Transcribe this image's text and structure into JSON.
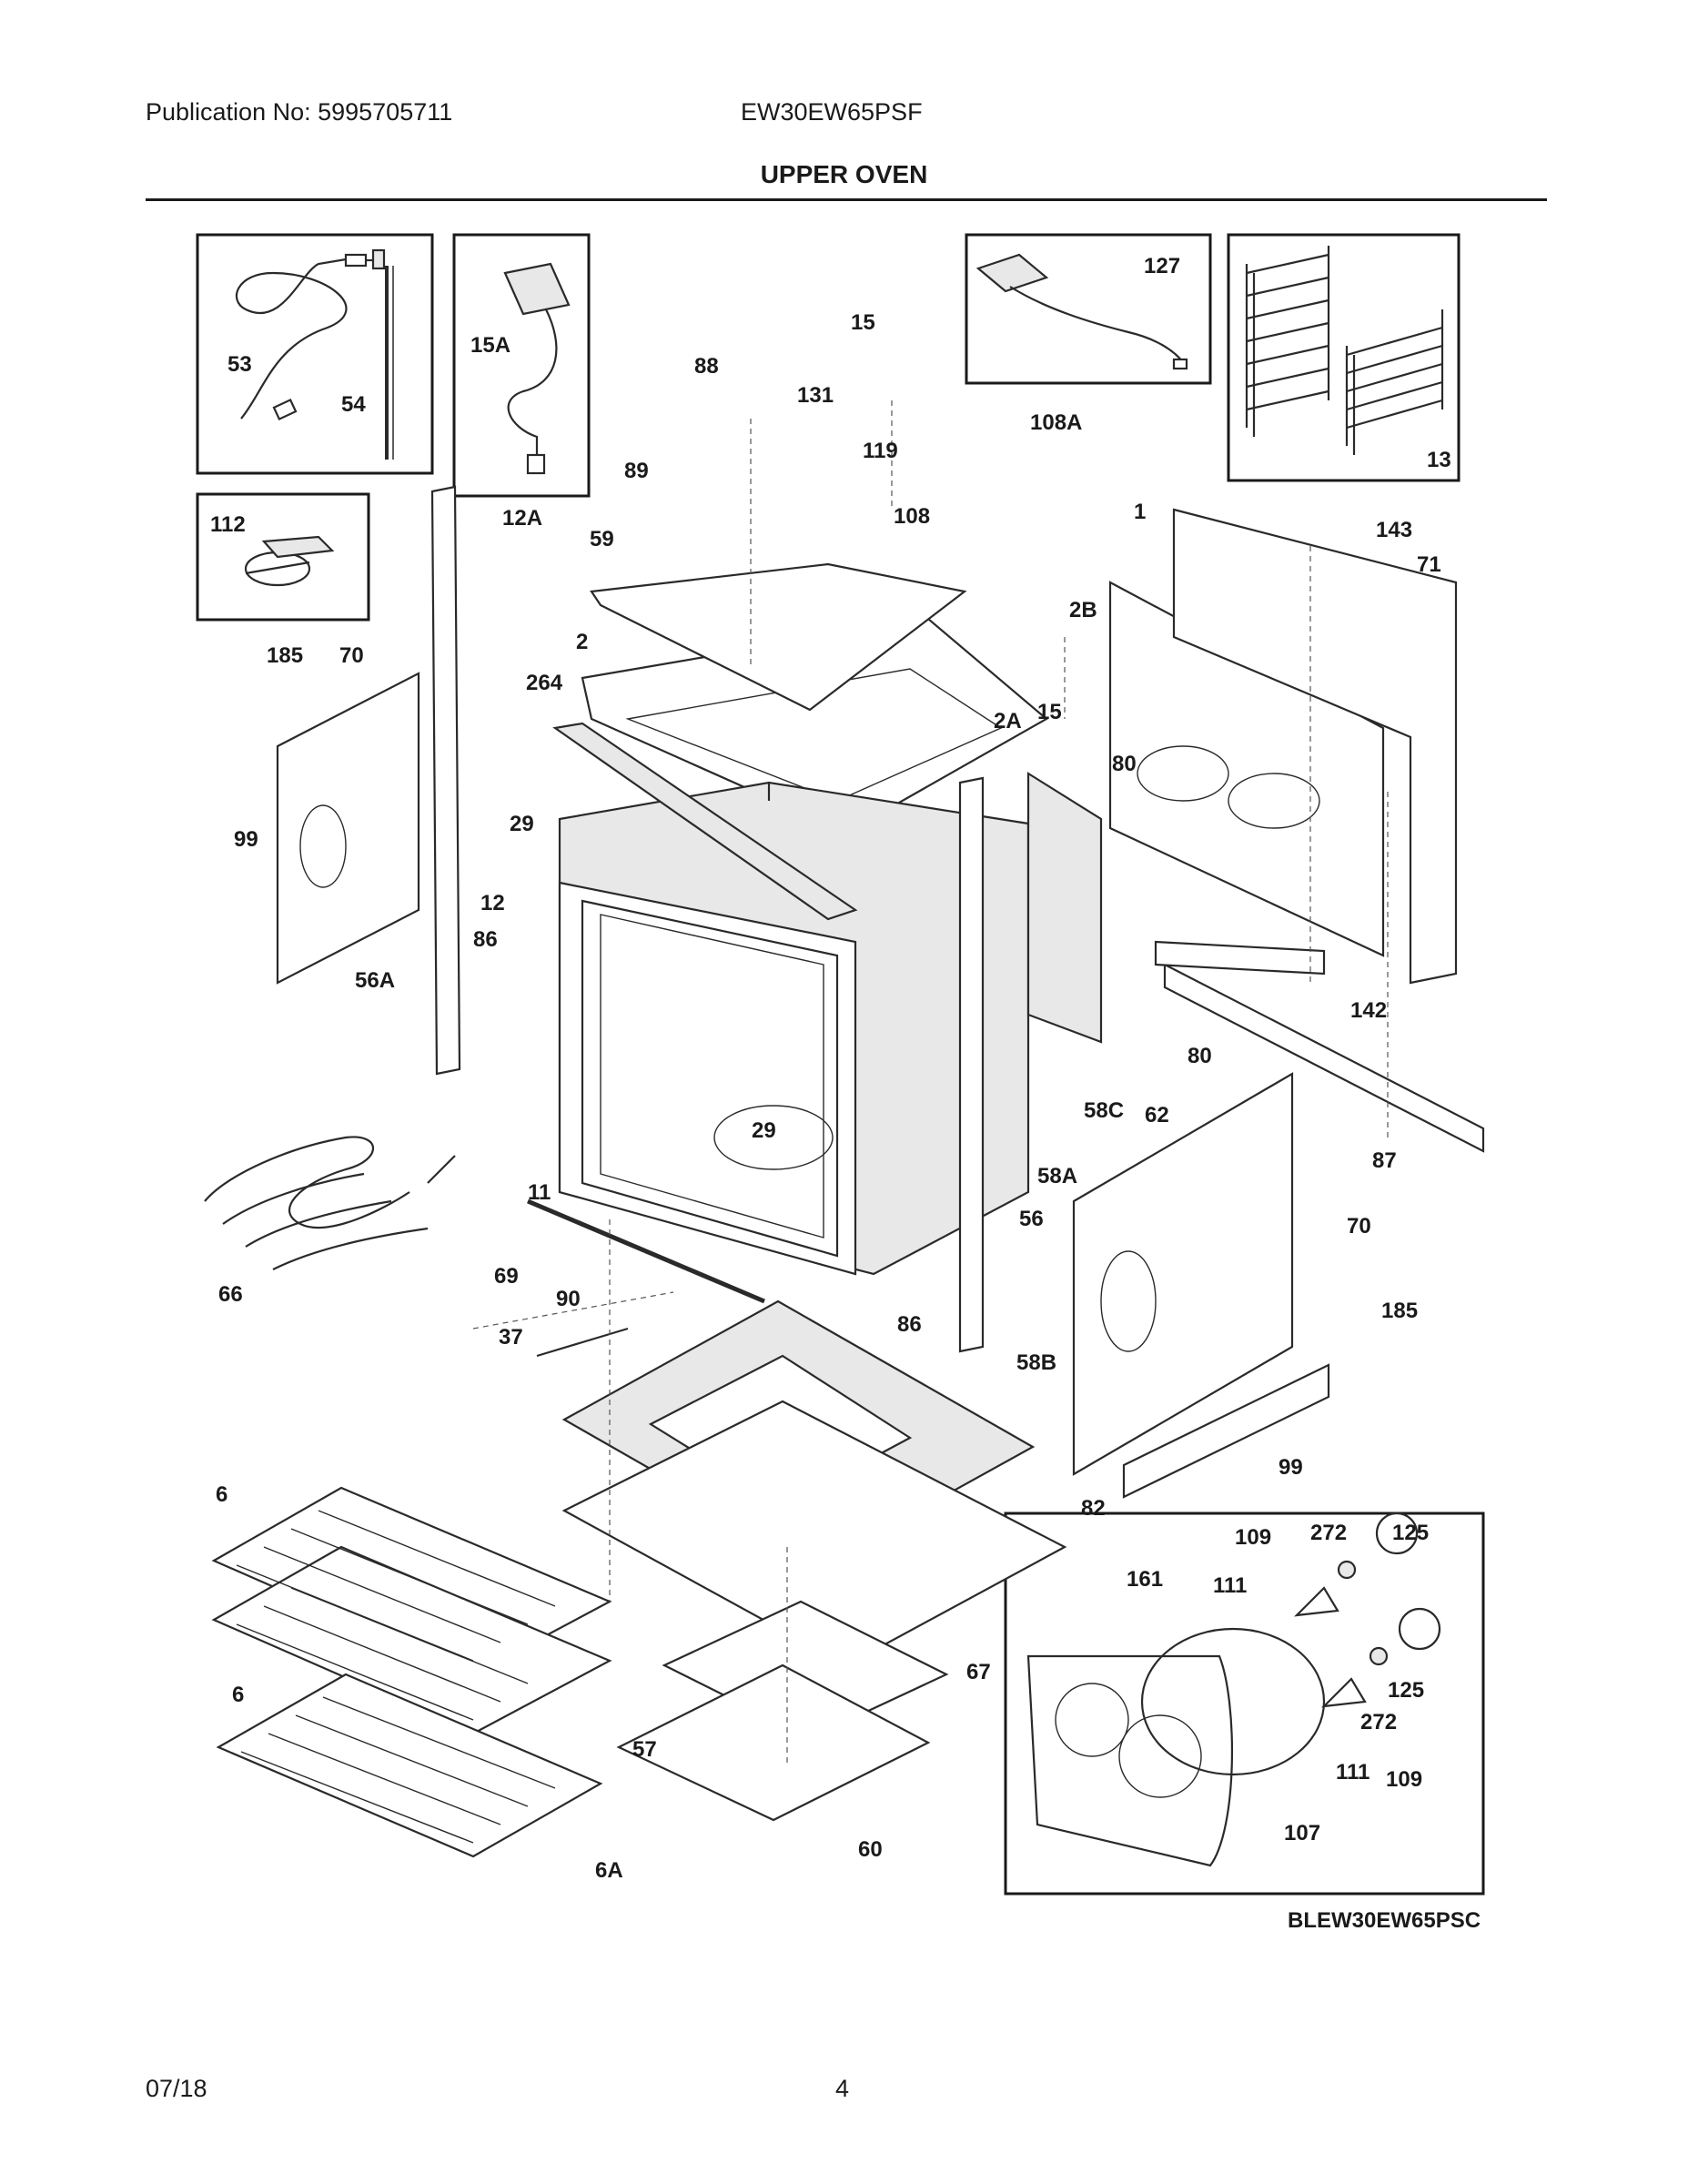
{
  "header": {
    "publication": "Publication No: 5995705711",
    "model": "EW30EW65PSF",
    "title": "UPPER OVEN"
  },
  "footer": {
    "date": "07/18",
    "page": "4"
  },
  "diagram_code": "BLEW30EW65PSC",
  "callouts": [
    "53",
    "54",
    "15A",
    "15",
    "88",
    "131",
    "127",
    "108A",
    "13",
    "119",
    "89",
    "108",
    "1",
    "143",
    "71",
    "112",
    "12A",
    "59",
    "2B",
    "185",
    "70",
    "2",
    "264",
    "2A",
    "15",
    "80",
    "29",
    "99",
    "12",
    "86",
    "56A",
    "142",
    "80",
    "58C",
    "62",
    "87",
    "29",
    "11",
    "58A",
    "56",
    "70",
    "66",
    "69",
    "90",
    "86",
    "185",
    "37",
    "58B",
    "99",
    "6",
    "82",
    "109",
    "272",
    "125",
    "161",
    "111",
    "67",
    "6",
    "125",
    "57",
    "272",
    "111",
    "109",
    "60",
    "107",
    "6A"
  ]
}
